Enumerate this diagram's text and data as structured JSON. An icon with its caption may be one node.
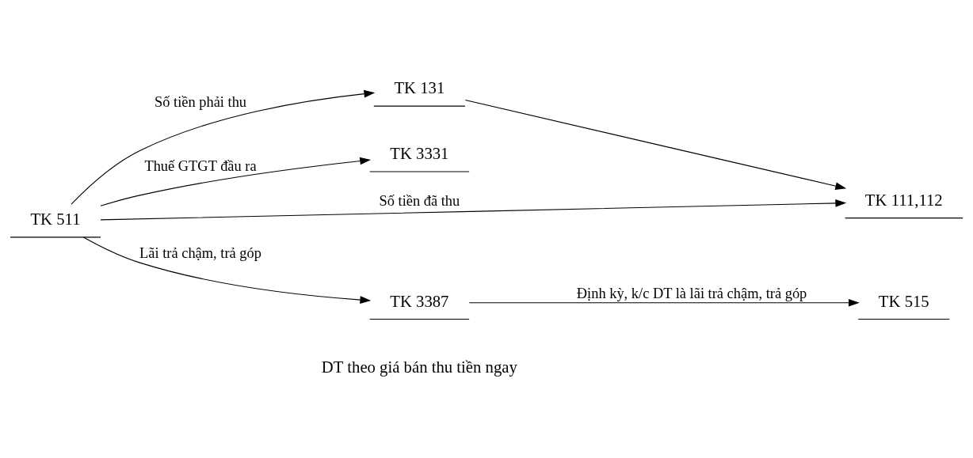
{
  "diagram": {
    "nodes": [
      {
        "text": [
          "TK 515"
        ]
      },
      {
        "text": [
          "TK 511"
        ]
      },
      {
        "text": [
          "TK 131"
        ]
      },
      {
        "text": [
          "TK 3331"
        ]
      },
      {
        "text": [
          "TK 111,112"
        ]
      },
      {
        "text": [
          "TK 3387"
        ]
      }
    ],
    "edges": [
      {
        "from": 1,
        "to": 2,
        "arrow": "to",
        "label": "Số tiền phải thu"
      },
      {
        "from": 1,
        "to": 3,
        "arrow": "to",
        "label": "Thuế GTGT đầu ra"
      },
      {
        "from": 1,
        "to": 5,
        "arrow": "to",
        "label": "Lãi trả chậm, trả góp"
      },
      {
        "from": 1,
        "to": 4,
        "arrow": "to",
        "label": "Số tiền đã thu"
      },
      {
        "from": 2,
        "to": 4,
        "arrow": "to"
      },
      {
        "from": 5,
        "to": 0,
        "arrow": "to",
        "label": "Định kỳ, k/c DT là lãi trả chậm, trả góp"
      }
    ],
    "labels": [
      "DT theo giá bán thu tiền ngay"
    ]
  }
}
